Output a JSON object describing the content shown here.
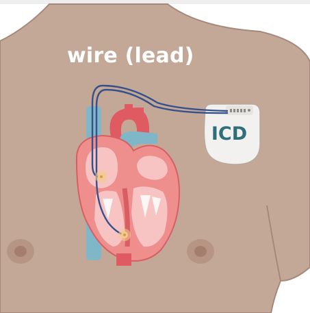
{
  "labels": {
    "lead": "wire (lead)",
    "device": "ICD"
  },
  "colors": {
    "background": "#ffffff",
    "skin": "#c3a898",
    "skin_outline": "#a5887a",
    "heart": "#ee8f8e",
    "heart_dark": "#d85e64",
    "heart_light": "#f7c4c3",
    "aorta": "#e05a62",
    "vein": "#7fb6c8",
    "device": "#f3f1ef",
    "device_text": "#2f6f7a",
    "wire": "#36508a",
    "electrode": "#f3c98e"
  },
  "icons": [
    "human-torso",
    "heart",
    "icd-device",
    "lead-wire",
    "electrode"
  ]
}
